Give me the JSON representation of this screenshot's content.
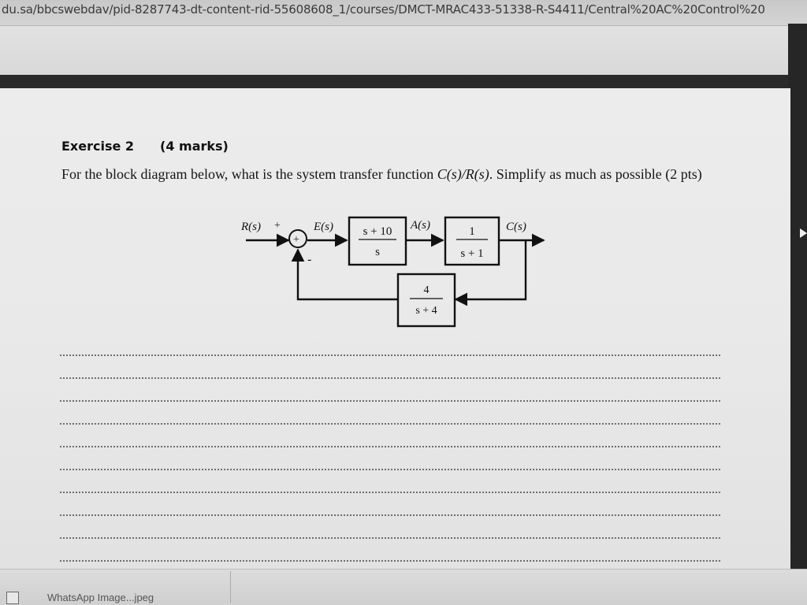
{
  "browser": {
    "url": "du.sa/bbcswebdav/pid-8287743-dt-content-rid-55608608_1/courses/DMCT-MRAC433-51338-R-S4411/Central%20AC%20Control%20"
  },
  "exercise": {
    "title": "Exercise 2",
    "marks": "(4 marks)",
    "question_prefix": "For the block diagram below, what is the system transfer function ",
    "question_formula": "C(s)/R(s)",
    "question_suffix": ". Simplify as much as possible  (2 pts)"
  },
  "diagram": {
    "input_label": "R(s)",
    "plus_sign": "+",
    "minus_sign": "-",
    "sum_symbol": "+",
    "error_label": "E(s)",
    "block1_num": "s + 10",
    "block1_den": "s",
    "a_label": "A(s)",
    "block2_num": "1",
    "block2_den": "s + 1",
    "output_label": "C(s)",
    "feedback_num": "4",
    "feedback_den": "s + 4"
  },
  "answer_lines_count": 10,
  "taskbar": {
    "item_label": "WhatsApp Image...jpeg"
  }
}
